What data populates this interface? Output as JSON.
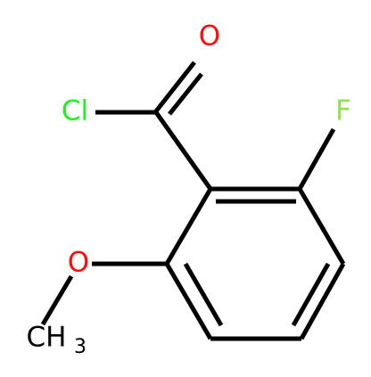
{
  "molecule": {
    "atoms": {
      "oxygen_carbonyl": {
        "text": "O",
        "color": "#ff0d0d"
      },
      "chlorine": {
        "text": "Cl",
        "color": "#1ff01f"
      },
      "fluorine": {
        "text": "F",
        "color": "#90e050"
      },
      "oxygen_methoxy": {
        "text": "O",
        "color": "#ff0d0d"
      },
      "methyl_carbon": {
        "text": "CH",
        "color": "#000000"
      },
      "methyl_subscript": {
        "text": "3",
        "color": "#000000"
      }
    },
    "bond_color": "#000000"
  }
}
